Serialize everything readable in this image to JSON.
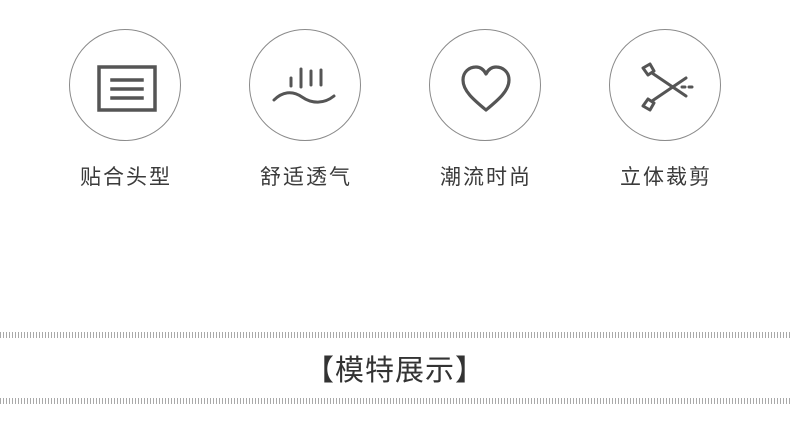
{
  "features": [
    {
      "icon": "head-fit-icon",
      "label": "贴合头型"
    },
    {
      "icon": "breathable-icon",
      "label": "舒适透气"
    },
    {
      "icon": "heart-icon",
      "label": "潮流时尚"
    },
    {
      "icon": "scissors-icon",
      "label": "立体裁剪"
    }
  ],
  "section": {
    "title": "【模特展示】"
  }
}
